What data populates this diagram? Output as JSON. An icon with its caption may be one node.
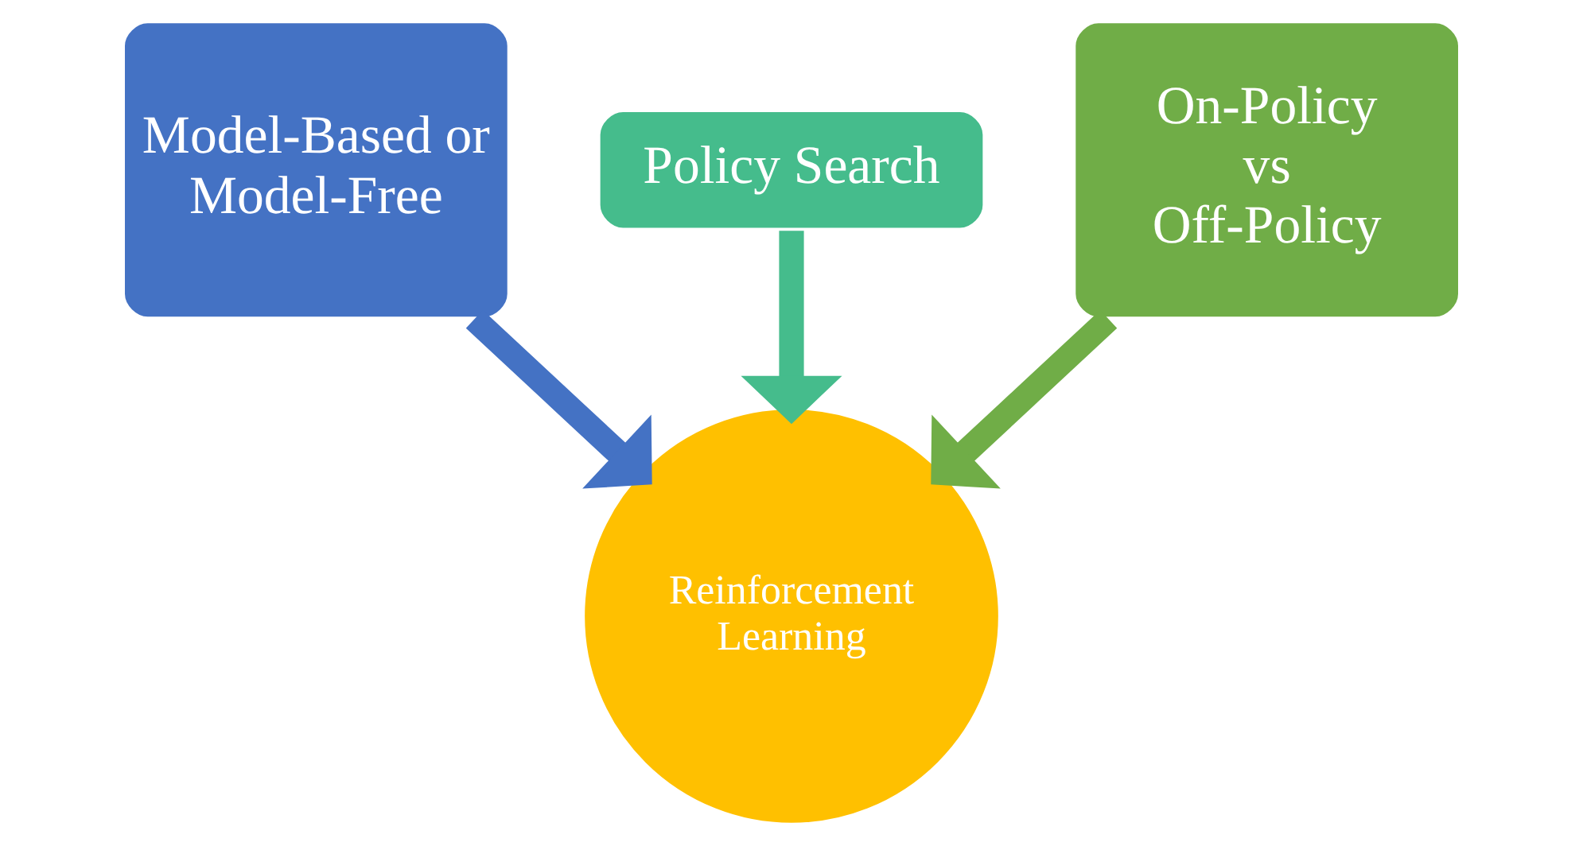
{
  "diagram": {
    "nodes": [
      {
        "text": [
          "Model-Based or Model-Free"
        ]
      },
      {
        "text": [
          "Policy Search"
        ]
      },
      {
        "text": [
          "On-Policy vs Off-Policy"
        ]
      },
      {
        "text": [
          "Reinforcement Learning"
        ]
      }
    ],
    "edges": [
      {
        "from": 0,
        "to": 3,
        "arrow": "to",
        "color": "#4472c4"
      },
      {
        "from": 1,
        "to": 3,
        "arrow": "to",
        "color": "#45bc8c"
      },
      {
        "from": 2,
        "to": 3,
        "arrow": "to",
        "color": "#70ad47"
      }
    ]
  }
}
